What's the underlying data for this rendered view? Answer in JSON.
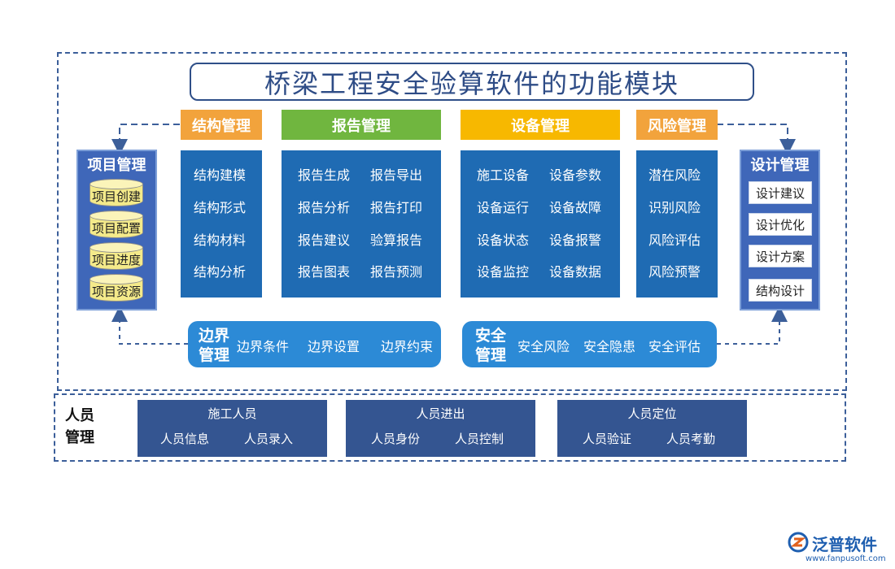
{
  "title": "桥梁工程安全验算软件的功能模块",
  "colors": {
    "frame": "#3c5f9a",
    "panel_blue": "#1f6bb3",
    "side_blue": "#3f67b9",
    "bar_blue": "#2c8ad6",
    "staff_blue": "#345591",
    "header_orange": "#f2a33c",
    "header_green": "#70b63f",
    "header_yellow": "#f7b800",
    "cylinder_yellow": "#f4ea8a"
  },
  "modules": {
    "structure": {
      "title": "结构管理",
      "items": [
        "结构建模",
        "结构形式",
        "结构材料",
        "结构分析"
      ]
    },
    "report": {
      "title": "报告管理",
      "items": [
        "报告生成",
        "报告导出",
        "报告分析",
        "报告打印",
        "报告建议",
        "验算报告",
        "报告图表",
        "报告预测"
      ]
    },
    "equipment": {
      "title": "设备管理",
      "items": [
        "施工设备",
        "设备参数",
        "设备运行",
        "设备故障",
        "设备状态",
        "设备报警",
        "设备监控",
        "设备数据"
      ]
    },
    "risk": {
      "title": "风险管理",
      "items": [
        "潜在风险",
        "识别风险",
        "风险评估",
        "风险预警"
      ]
    }
  },
  "project": {
    "title": "项目管理",
    "items": [
      "项目创建",
      "项目配置",
      "项目进度",
      "项目资源"
    ]
  },
  "design": {
    "title": "设计管理",
    "items": [
      "设计建议",
      "设计优化",
      "设计方案",
      "结构设计"
    ]
  },
  "boundary": {
    "title_line1": "边界",
    "title_line2": "管理",
    "items": [
      "边界条件",
      "边界设置",
      "边界约束"
    ]
  },
  "safety": {
    "title_line1": "安全",
    "title_line2": "管理",
    "items": [
      "安全风险",
      "安全隐患",
      "安全评估"
    ]
  },
  "staff": {
    "label_line1": "人员",
    "label_line2": "管理",
    "groups": [
      {
        "title": "施工人员",
        "items": [
          "人员信息",
          "人员录入"
        ]
      },
      {
        "title": "人员进出",
        "items": [
          "人员身份",
          "人员控制"
        ]
      },
      {
        "title": "人员定位",
        "items": [
          "人员验证",
          "人员考勤"
        ]
      }
    ]
  },
  "logo": {
    "name": "泛普软件",
    "url": "www.fanpusoft.com"
  }
}
